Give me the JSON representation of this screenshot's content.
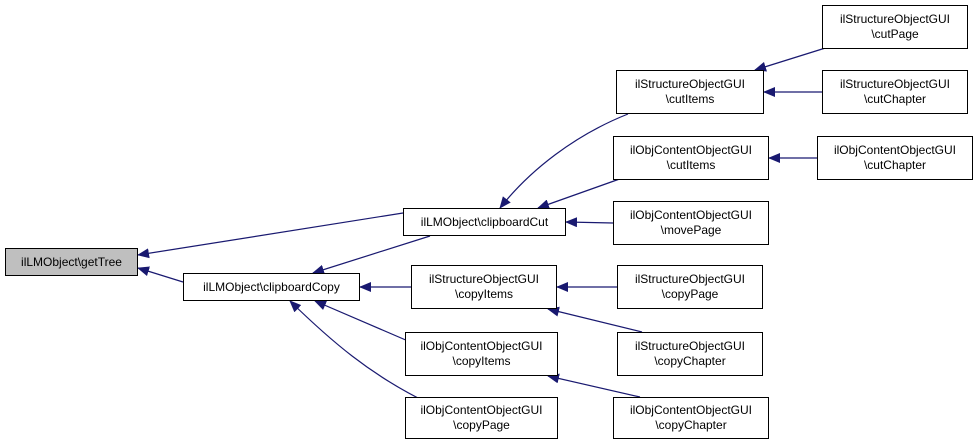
{
  "diagram": {
    "edge_color": "#191970",
    "nodes": {
      "getTree": [
        "ilLMObject\\getTree"
      ],
      "clipboardCopy": [
        "ilLMObject\\clipboardCopy"
      ],
      "clipboardCut": [
        "ilLMObject\\clipboardCut"
      ],
      "struct_cutItems": [
        "ilStructureObjectGUI",
        "\\cutItems"
      ],
      "content_cutItems": [
        "ilObjContentObjectGUI",
        "\\cutItems"
      ],
      "content_movePage": [
        "ilObjContentObjectGUI",
        "\\movePage"
      ],
      "struct_copyItems": [
        "ilStructureObjectGUI",
        "\\copyItems"
      ],
      "content_copyItems": [
        "ilObjContentObjectGUI",
        "\\copyItems"
      ],
      "content_copyPage": [
        "ilObjContentObjectGUI",
        "\\copyPage"
      ],
      "struct_cutPage": [
        "ilStructureObjectGUI",
        "\\cutPage"
      ],
      "struct_cutChapter": [
        "ilStructureObjectGUI",
        "\\cutChapter"
      ],
      "content_cutChapter": [
        "ilObjContentObjectGUI",
        "\\cutChapter"
      ],
      "struct_copyPage": [
        "ilStructureObjectGUI",
        "\\copyPage"
      ],
      "struct_copyChapter": [
        "ilStructureObjectGUI",
        "\\copyChapter"
      ],
      "content_copyChapter": [
        "ilObjContentObjectGUI",
        "\\copyChapter"
      ]
    },
    "edges": [
      [
        "clipboardCut",
        "getTree"
      ],
      [
        "clipboardCopy",
        "getTree"
      ],
      [
        "clipboardCut",
        "clipboardCopy"
      ],
      [
        "struct_copyItems",
        "clipboardCopy"
      ],
      [
        "content_copyItems",
        "clipboardCopy"
      ],
      [
        "content_copyPage",
        "clipboardCopy"
      ],
      [
        "struct_cutItems",
        "clipboardCut"
      ],
      [
        "content_cutItems",
        "clipboardCut"
      ],
      [
        "content_movePage",
        "clipboardCut"
      ],
      [
        "struct_cutPage",
        "struct_cutItems"
      ],
      [
        "struct_cutChapter",
        "struct_cutItems"
      ],
      [
        "content_cutChapter",
        "content_cutItems"
      ],
      [
        "struct_copyPage",
        "struct_copyItems"
      ],
      [
        "struct_copyChapter",
        "struct_copyItems"
      ],
      [
        "content_copyChapter",
        "content_copyItems"
      ]
    ]
  }
}
